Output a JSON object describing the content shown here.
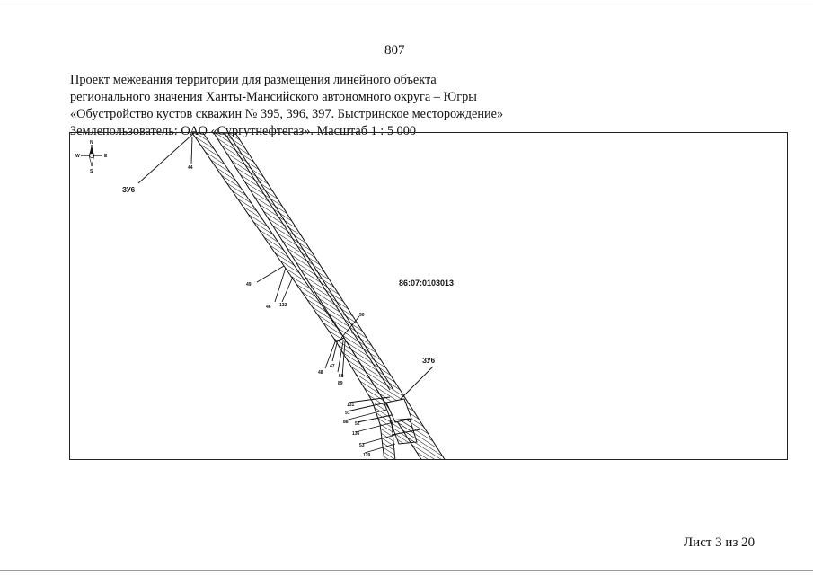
{
  "page_number": "807",
  "title_lines": [
    "Проект межевания территории для размещения линейного объекта",
    "регионального значения Ханты-Мансийского автономного округа – Югры",
    "«Обустройство кустов скважин № 395, 396, 397. Быстринское месторождение»",
    "Землепользователь: ОАО «Сургутнефтегаз». Масштаб 1 : 5 000"
  ],
  "map": {
    "cadastral_number": "86:07:0103013",
    "zone_label_1": "ЗУ6",
    "zone_label_2": "ЗУ6",
    "compass": {
      "icon": "compass-rose-icon",
      "n": "N",
      "s": "S",
      "w": "W",
      "e": "E"
    },
    "points": {
      "p44": "44",
      "p49": "49",
      "p46": "46",
      "p132": "132",
      "p50a": "50",
      "p48": "48",
      "p47": "47",
      "p50b": "50",
      "p89": "89",
      "p131": "131",
      "p51": "51",
      "p88": "88",
      "p52": "52",
      "p136": "136",
      "p53": "53",
      "p129": "129"
    }
  },
  "sheet_label": "Лист 3 из 20"
}
